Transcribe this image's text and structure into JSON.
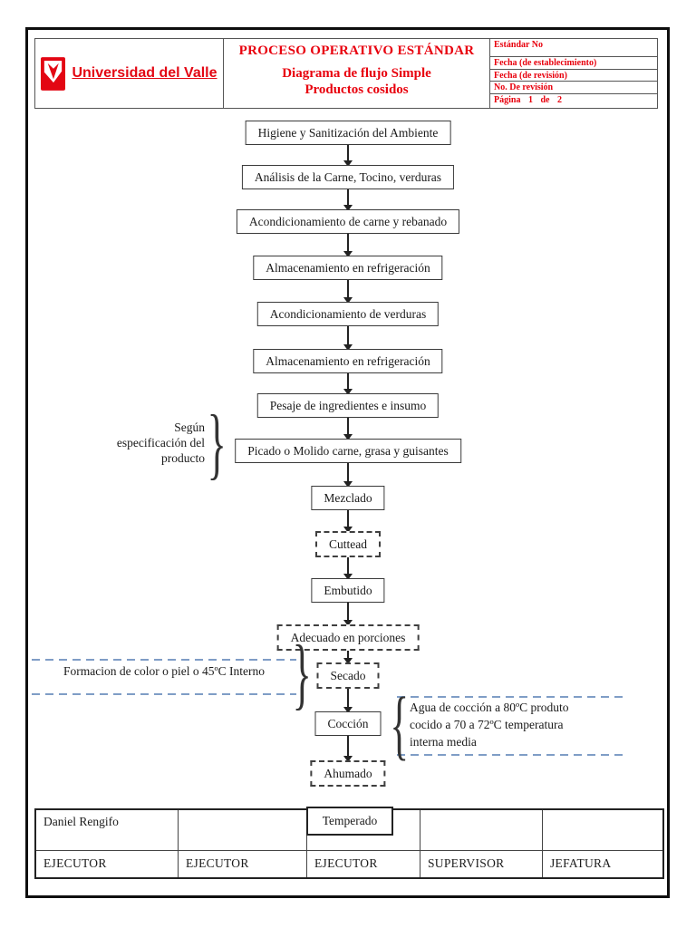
{
  "header": {
    "logo_text": "Universidad del Valle",
    "title_line1": "PROCESO OPERATIVO ESTÁNDAR",
    "title_line2": "Diagrama de flujo Simple",
    "title_line3": "Productos cosidos",
    "info_rows": {
      "0": "Estándar No",
      "1": "Fecha  (de establecimiento)",
      "2": "Fecha (de revisión)",
      "3": "No. De revisión",
      "4": "Página 1 de 2"
    }
  },
  "flow": {
    "steps": [
      {
        "label": "Higiene y Sanitización del Ambiente",
        "border": "solid"
      },
      {
        "label": "Análisis de la Carne, Tocino, verduras",
        "border": "solid"
      },
      {
        "label": "Acondicionamiento de carne y rebanado",
        "border": "solid"
      },
      {
        "label": "Almacenamiento en refrigeración",
        "border": "solid"
      },
      {
        "label": "Acondicionamiento de verduras",
        "border": "solid"
      },
      {
        "label": "Almacenamiento en refrigeración",
        "border": "solid"
      },
      {
        "label": "Pesaje de ingredientes e insumo",
        "border": "solid"
      },
      {
        "label": "Picado o Molido carne, grasa y guisantes",
        "border": "solid"
      },
      {
        "label": "Mezclado",
        "border": "solid"
      },
      {
        "label": "Cuttead",
        "border": "dashed"
      },
      {
        "label": "Embutido",
        "border": "solid"
      },
      {
        "label": "Adecuado en porciones",
        "border": "dashed"
      },
      {
        "label": "Secado",
        "border": "dashed"
      },
      {
        "label": "Cocción",
        "border": "solid"
      },
      {
        "label": "Ahumado",
        "border": "dashed"
      },
      {
        "label": "Temperado",
        "border": "solid"
      }
    ]
  },
  "annotations": {
    "picado_lines": {
      "0": "Según",
      "1": "especificación del",
      "2": "producto"
    },
    "secado_note": "Formacion de color o piel o 45ºC Interno",
    "coccion_lines": {
      "0": "Agua de cocción a 80ºC produto",
      "1": "cocido a 70 a 72ºC temperatura",
      "2": "interna media"
    },
    "brace_close": "}",
    "brace_open": "{"
  },
  "signature_table": {
    "names": {
      "0": "Daniel Rengifo",
      "1": "",
      "2": "",
      "3": "",
      "4": ""
    },
    "roles": {
      "0": "EJECUTOR",
      "1": "EJECUTOR",
      "2": "EJECUTOR",
      "3": "SUPERVISOR",
      "4": "JEFATURA"
    }
  },
  "colors": {
    "accent_red": "#e8000d",
    "logo_red": "#e30613",
    "annotation_blue": "#7f9dc6",
    "line_dark": "#222222"
  }
}
